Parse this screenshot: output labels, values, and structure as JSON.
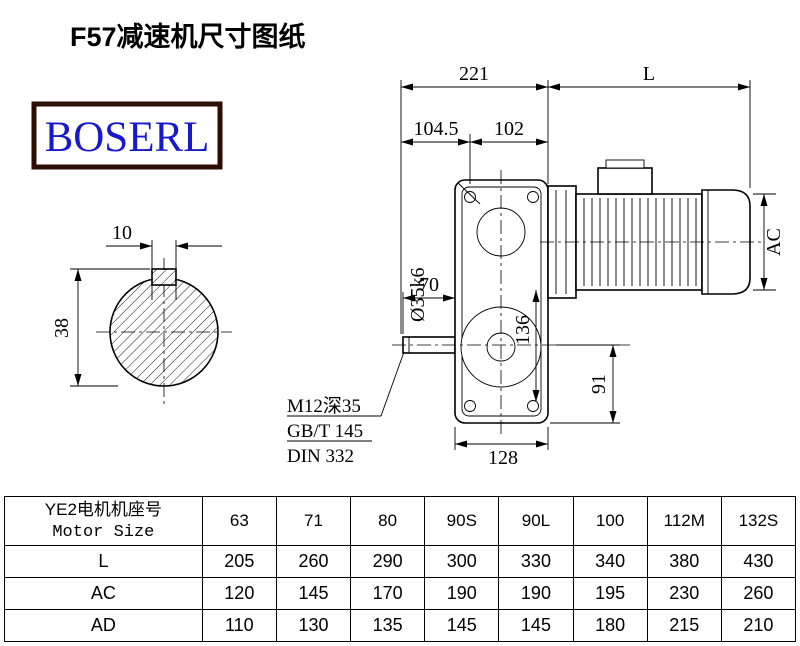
{
  "page": {
    "title": "F57减速机尺寸图纸",
    "logo_text": "BOSERL"
  },
  "drawing": {
    "dimensions": {
      "top_width": "221",
      "motor_length": "L",
      "front_offset": "104.5",
      "housing_width": "102",
      "shaft_length": "70",
      "shaft_diameter": "Ø35k6",
      "housing_height": "136",
      "axis_to_base": "91",
      "base_width": "128",
      "motor_diameter": "AC",
      "key_width": "10",
      "shaft_section_height": "38"
    },
    "notes": [
      "M12深35",
      "GB/T 145",
      "DIN 332"
    ]
  },
  "table": {
    "header": {
      "line1": "YE2电机机座号",
      "line2": "Motor Size"
    },
    "columns": [
      "63",
      "71",
      "80",
      "90S",
      "90L",
      "100",
      "112M",
      "132S"
    ],
    "rows": [
      {
        "label": "L",
        "values": [
          "205",
          "260",
          "290",
          "300",
          "330",
          "340",
          "380",
          "430"
        ]
      },
      {
        "label": "AC",
        "values": [
          "120",
          "145",
          "170",
          "190",
          "190",
          "195",
          "230",
          "260"
        ]
      },
      {
        "label": "AD",
        "values": [
          "110",
          "130",
          "135",
          "145",
          "145",
          "180",
          "215",
          "210"
        ]
      }
    ]
  }
}
